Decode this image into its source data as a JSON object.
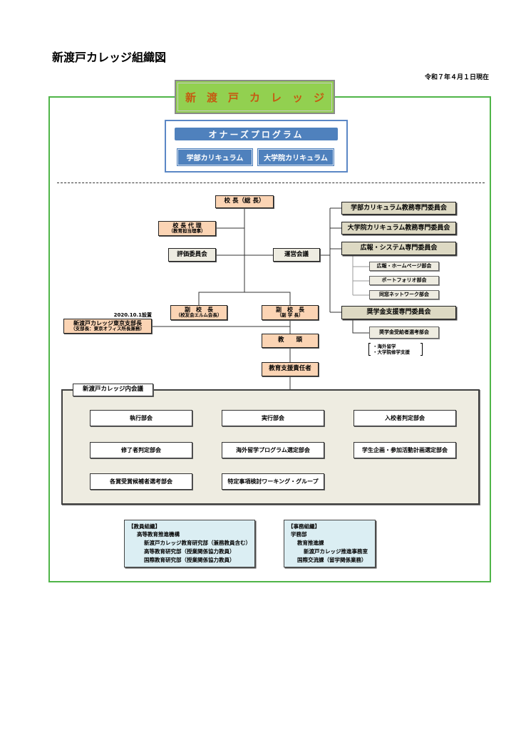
{
  "page": {
    "title": "新渡戸カレッジ組織図",
    "date": "令和７年４月１日現在"
  },
  "header": {
    "label": "新　渡　戸　カ　レ　ッ　ジ"
  },
  "honors": {
    "title": "オナーズプログラム",
    "undergrad": "学部カリキュラム",
    "graduate": "大学院カリキュラム"
  },
  "org": {
    "principal": "校 長（総 長）",
    "deputy_principal": {
      "title": "校 長 代 理",
      "sub": "（教育担当理事）"
    },
    "evaluation_committee": "評価委員会",
    "steering_meeting": "運営会議",
    "vice_principal_alumni": {
      "title": "副　校　長",
      "sub": "（校友会エルム会長）"
    },
    "vice_principal": {
      "title": "副　校　長",
      "sub": "（副 学 長）"
    },
    "tokyo_branch": {
      "established": "2020.10.1設置",
      "title": "新渡戸カレッジ東京支部長",
      "sub": "（支部長：東京オフィス所長兼務）"
    },
    "head_teacher": "教　　頭",
    "education_support": "教育支援責任者"
  },
  "committees": {
    "undergrad_curriculum": "学部カリキュラム教務専門委員会",
    "graduate_curriculum": "大学院カリキュラム教務専門委員会",
    "pr_system": "広報・システム専門委員会",
    "pr_subgroups": [
      "広報・ホームページ部会",
      "ポートフォリオ部会",
      "同窓ネットワーク部会"
    ],
    "scholarship": "奨学金支援専門委員会",
    "scholarship_subgroup": "奨学金受給者選考部会",
    "scholarship_notes": [
      "・海外留学",
      "・大学院修学支援"
    ]
  },
  "internal_meetings": {
    "label": "新渡戸カレッジ内会議",
    "items": [
      "執行部会",
      "実行部会",
      "入校者判定部会",
      "修了者判定部会",
      "海外留学プログラム選定部会",
      "学生企画・参加活動計画選定部会",
      "各賞受賞候補者選考部会",
      "特定事項検討ワーキング・グループ"
    ]
  },
  "faculty": {
    "lines": [
      "【教員組織】",
      "高等教育推進機構",
      "新渡戸カレッジ教育研究部（兼務教員含む）",
      "高等教育研究部（授業関係協力教員）",
      "国際教育研究部（授業関係協力教員）"
    ]
  },
  "admin": {
    "lines": [
      "【事務組織】",
      "学務部",
      "教育推進課",
      "新渡戸カレッジ推進事務室",
      "国際交流課（留学関係業務）"
    ]
  },
  "colors": {
    "frame-green": "#4fb548",
    "header-green": "#92d050",
    "header-text": "#c55a11",
    "honors-blue": "#4f81bd",
    "peach": "#fbd4b4",
    "committee-beige": "#ddd9c3",
    "meeting-bg": "#eeece1",
    "staff-blue": "#dbeef3"
  }
}
